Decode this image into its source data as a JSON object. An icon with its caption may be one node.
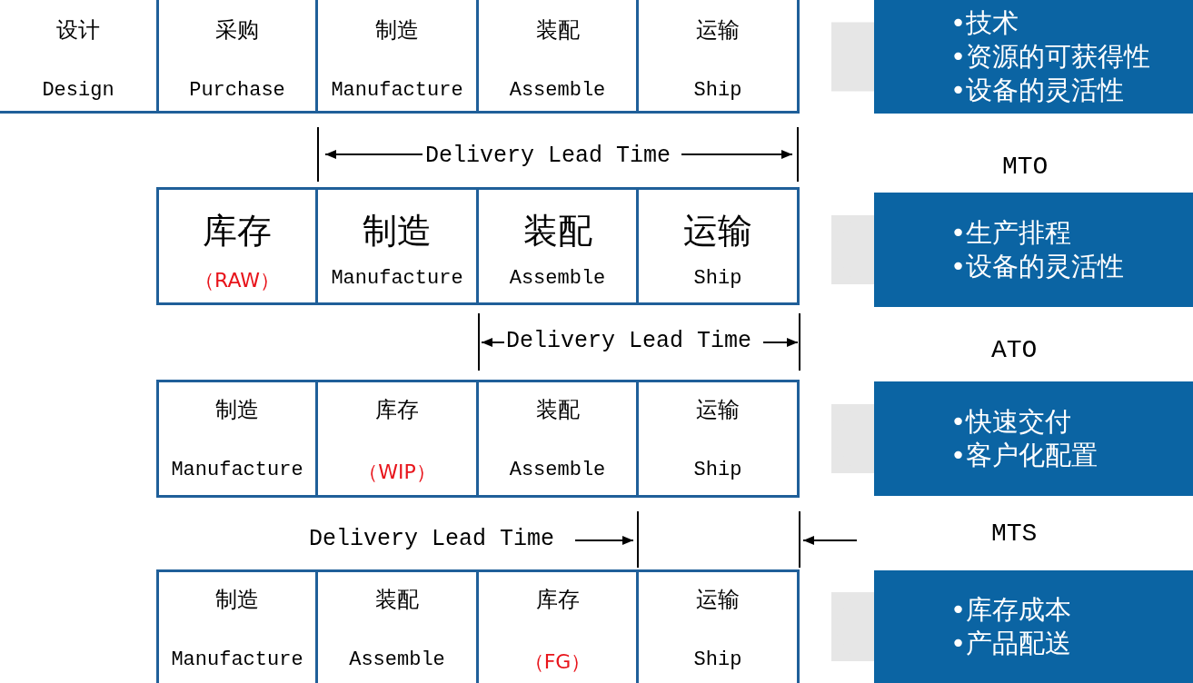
{
  "diagram": {
    "nodes": [
      {
        "text": [
          "设计",
          "Design"
        ]
      },
      {
        "text": [
          "采购",
          "Purchase"
        ]
      },
      {
        "text": [
          "制造",
          "Manufacture"
        ]
      },
      {
        "text": [
          "装配",
          "Assemble"
        ]
      },
      {
        "text": [
          "运输",
          "Ship"
        ]
      },
      {
        "text": [
          "•技术",
          "•资源的可获得性",
          "•设备的灵活性"
        ]
      },
      {
        "text": [
          "库存",
          "（RAW）"
        ]
      },
      {
        "text": [
          "制造",
          "Manufacture"
        ]
      },
      {
        "text": [
          "装配",
          "Assemble"
        ]
      },
      {
        "text": [
          "运输",
          "Ship"
        ]
      },
      {
        "text": [
          "•生产排程",
          "•设备的灵活性"
        ]
      },
      {
        "text": [
          "制造",
          "Manufacture"
        ]
      },
      {
        "text": [
          "库存",
          "（WIP）"
        ]
      },
      {
        "text": [
          "装配",
          "Assemble"
        ]
      },
      {
        "text": [
          "运输",
          "Ship"
        ]
      },
      {
        "text": [
          "•快速交付",
          "•客户化配置"
        ]
      },
      {
        "text": [
          "制造",
          "Manufacture"
        ]
      },
      {
        "text": [
          "装配",
          "Assemble"
        ]
      },
      {
        "text": [
          "库存",
          "（FG）"
        ]
      },
      {
        "text": [
          "运输",
          "Ship"
        ]
      },
      {
        "text": [
          "•库存成本",
          "•产品配送"
        ]
      }
    ],
    "edges": [
      {
        "from": 5,
        "to": 4,
        "arrow": "to"
      },
      {
        "from": 10,
        "to": 9,
        "arrow": "to"
      },
      {
        "from": 15,
        "to": 14,
        "arrow": "to"
      },
      {
        "from": 20,
        "to": 19,
        "arrow": "to"
      }
    ],
    "labels": [
      "Delivery Lead Time",
      "MTO",
      "Delivery Lead Time",
      "ATO",
      "Delivery Lead Time",
      "MTS"
    ]
  }
}
